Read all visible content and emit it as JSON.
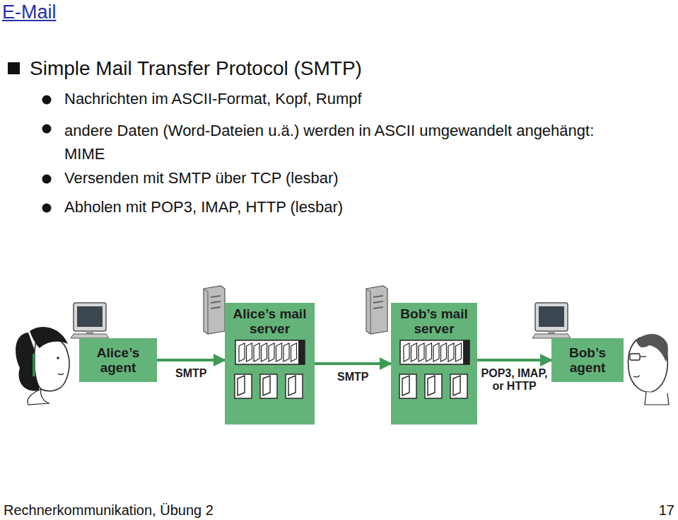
{
  "diagram": {
    "title": "E-Mail",
    "nodes": [
      {
        "text": [
          "Alice’s agent"
        ]
      },
      {
        "text": [
          "Alice’s mail server"
        ]
      },
      {
        "text": [
          "Bob’s mail server"
        ]
      },
      {
        "text": [
          "Bob’s agent"
        ]
      }
    ],
    "edges": [
      {
        "from": 0,
        "to": 1,
        "label": "SMTP",
        "arrow": "to"
      },
      {
        "from": 1,
        "to": 2,
        "label": "SMTP",
        "arrow": "to"
      },
      {
        "from": 2,
        "to": 3,
        "label": "POP3, IMAP, or HTTP",
        "arrow": "to"
      }
    ],
    "labels": [
      "Simple Mail Transfer Protocol (SMTP)",
      "Nachrichten im ASCII-Format, Kopf, Rumpf",
      "andere Daten (Word-Dateien u.ä.) werden in ASCII umgewandelt angehängt: MIME",
      "Versenden mit SMTP über TCP (lesbar)",
      "Abholen mit POP3, IMAP, HTTP (lesbar)",
      "Rechnerkommunikation, Übung 2",
      "17"
    ]
  }
}
